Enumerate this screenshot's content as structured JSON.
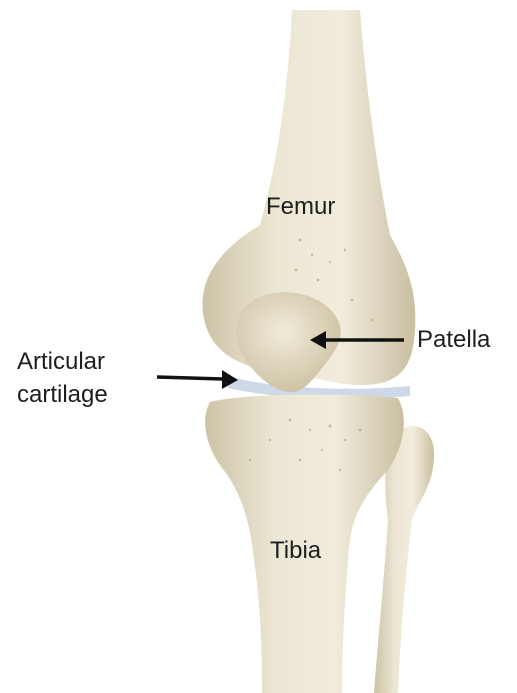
{
  "labels": {
    "femur": "Femur",
    "patella": "Patella",
    "articular_cartilage_line1": "Articular",
    "articular_cartilage_line2": "cartilage",
    "tibia": "Tibia"
  },
  "colors": {
    "background": "#ffffff",
    "bone": "#e9e2cf",
    "bone_shadow": "#cfc4a8",
    "cartilage": "#cfd8e6",
    "arrow": "#111111",
    "text": "#1e1e1e"
  }
}
